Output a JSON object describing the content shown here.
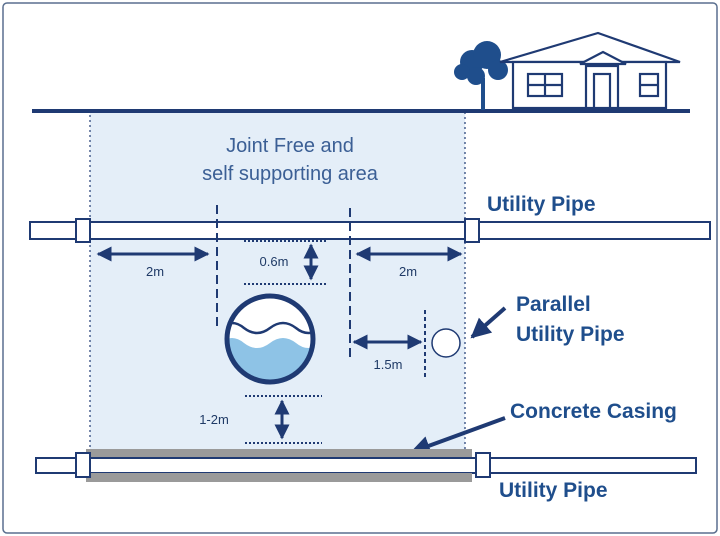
{
  "diagram": {
    "area_label_line1": "Joint Free and",
    "area_label_line2": "self supporting area",
    "utility_pipe_top": "Utility Pipe",
    "utility_pipe_bottom": "Utility Pipe",
    "parallel_line1": "Parallel",
    "parallel_line2": "Utility Pipe",
    "concrete_casing": "Concrete Casing",
    "dim_left": "2m",
    "dim_right": "2m",
    "dim_top": "0.6m",
    "dim_parallel": "1.5m",
    "dim_bottom": "1-2m"
  },
  "colors": {
    "navy": "#1f3a73",
    "zone_fill": "#e4eef8",
    "water": "#8ec3e6",
    "casing": "#9a9a9a",
    "text_blue": "#1f4e8c"
  },
  "icons": [
    "tree-icon",
    "house-icon"
  ]
}
